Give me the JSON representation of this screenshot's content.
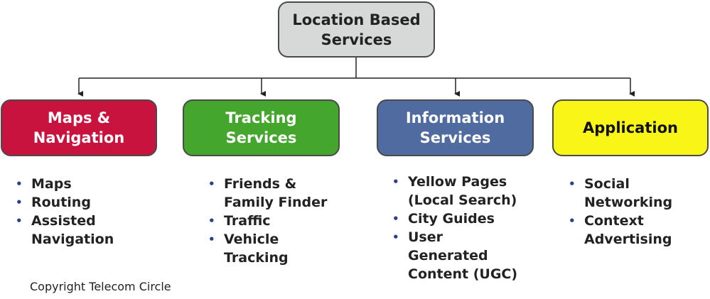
{
  "root": {
    "line1": "Location Based",
    "line2": "Services"
  },
  "categories": [
    {
      "line1": "Maps &",
      "line2": "Navigation",
      "color": "#c8133e"
    },
    {
      "line1": "Tracking",
      "line2": "Services",
      "color": "#45a62d"
    },
    {
      "line1": "Information",
      "line2": "Services",
      "color": "#4f6b9f"
    },
    {
      "line1": "Application",
      "line2": "",
      "color": "#f8f517"
    }
  ],
  "lists": [
    [
      "Maps",
      "Routing",
      "Assisted\nNavigation"
    ],
    [
      "Friends &\nFamily Finder",
      "Traffic",
      "Vehicle\nTracking"
    ],
    [
      "Yellow Pages\n(Local Search)",
      "City Guides",
      "User\nGenerated\nContent (UGC)"
    ],
    [
      "Social\nNetworking",
      "Context\nAdvertising"
    ]
  ],
  "bullet_color": "#2d3f8a",
  "copyright": "Copyright Telecom Circle"
}
